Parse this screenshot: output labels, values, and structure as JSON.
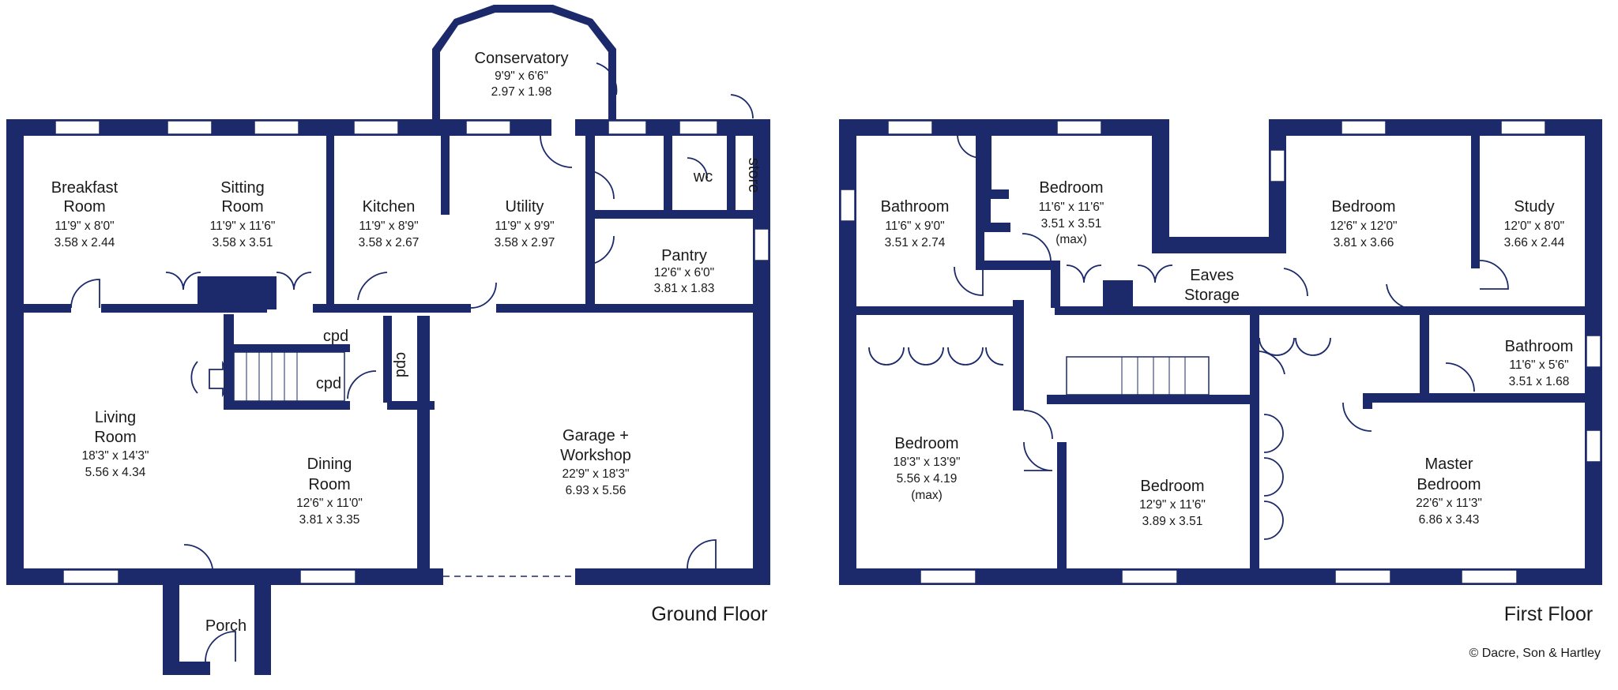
{
  "colors": {
    "wall": "#1c2a6b",
    "background": "#ffffff",
    "text": "#1a1a1a"
  },
  "ground_floor": {
    "label": "Ground Floor",
    "rooms": [
      {
        "name": [
          "Breakfast",
          "Room"
        ],
        "imperial": "11'9\" x 8'0\"",
        "metric": "3.58 x 2.44"
      },
      {
        "name": [
          "Sitting",
          "Room"
        ],
        "imperial": "11'9\" x 11'6\"",
        "metric": "3.58 x 3.51"
      },
      {
        "name": [
          "Kitchen"
        ],
        "imperial": "11'9\" x 8'9\"",
        "metric": "3.58 x 2.67"
      },
      {
        "name": [
          "Utility"
        ],
        "imperial": "11'9\" x 9'9\"",
        "metric": "3.58 x 2.97"
      },
      {
        "name": [
          "Conservatory"
        ],
        "imperial": "9'9\" x 6'6\"",
        "metric": "2.97 x 1.98"
      },
      {
        "name": [
          "Pantry"
        ],
        "imperial": "12'6\" x 6'0\"",
        "metric": "3.81 x 1.83"
      },
      {
        "name": [
          "Living",
          "Room"
        ],
        "imperial": "18'3\" x 14'3\"",
        "metric": "5.56 x 4.34"
      },
      {
        "name": [
          "Dining",
          "Room"
        ],
        "imperial": "12'6\" x 11'0\"",
        "metric": "3.81 x 3.35"
      },
      {
        "name": [
          "Garage +",
          "Workshop"
        ],
        "imperial": "22'9\" x 18'3\"",
        "metric": "6.93 x 5.56"
      },
      {
        "name": [
          "Porch"
        ],
        "imperial": "",
        "metric": ""
      }
    ],
    "small_labels": [
      "wc",
      "store",
      "cpd",
      "cpd",
      "cpd"
    ]
  },
  "first_floor": {
    "label": "First Floor",
    "rooms": [
      {
        "name": [
          "Bathroom"
        ],
        "imperial": "11'6\" x 9'0\"",
        "metric": "3.51 x 2.74"
      },
      {
        "name": [
          "Bedroom"
        ],
        "imperial": "11'6\" x 11'6\"",
        "metric": "3.51 x 3.51",
        "note": "(max)"
      },
      {
        "name": [
          "Bedroom"
        ],
        "imperial": "12'6\" x 12'0\"",
        "metric": "3.81 x 3.66"
      },
      {
        "name": [
          "Study"
        ],
        "imperial": "12'0\" x 8'0\"",
        "metric": "3.66 x 2.44"
      },
      {
        "name": [
          "Eaves",
          "Storage"
        ],
        "imperial": "",
        "metric": ""
      },
      {
        "name": [
          "Bathroom"
        ],
        "imperial": "11'6\" x 5'6\"",
        "metric": "3.51 x 1.68"
      },
      {
        "name": [
          "Bedroom"
        ],
        "imperial": "18'3\" x 13'9\"",
        "metric": "5.56 x 4.19",
        "note": "(max)"
      },
      {
        "name": [
          "Bedroom"
        ],
        "imperial": "12'9\" x 11'6\"",
        "metric": "3.89 x 3.51"
      },
      {
        "name": [
          "Master",
          "Bedroom"
        ],
        "imperial": "22'6\" x 11'3\"",
        "metric": "6.86 x 3.43"
      }
    ]
  },
  "copyright": "© Dacre, Son & Hartley"
}
